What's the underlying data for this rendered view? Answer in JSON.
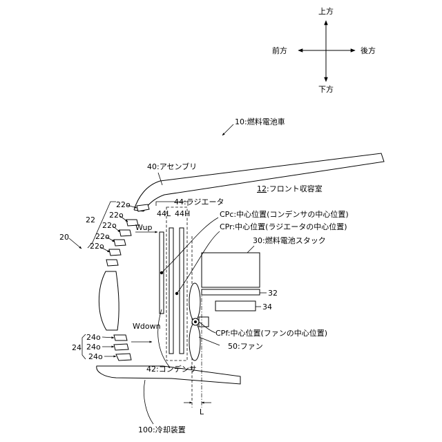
{
  "directions": {
    "up": "上方",
    "down": "下方",
    "front": "前方",
    "rear": "後方"
  },
  "labels": {
    "vehicle": "10:燃料電池車",
    "assembly": "40:アセンブリ",
    "front_compartment_num": "12",
    "front_compartment_text": ":フロント収容室",
    "radiator": "44:ラジエータ",
    "radiator_left": "44L",
    "radiator_high": "44H",
    "condenser_center": "CPc:中心位置(コンデンサの中心位置)",
    "radiator_center": "CPr:中心位置(ラジエータの中心位置)",
    "fuel_cell_stack": "30:燃料電池スタック",
    "part_32": "32",
    "part_34": "34",
    "fan_center": "CPf:中心位置(ファンの中心位置)",
    "fan": "50:ファン",
    "condenser": "42:コンデンサ",
    "cooling_device": "100:冷却装置",
    "ref_20": "20",
    "ref_22": "22",
    "ref_24": "24",
    "grille_upper": [
      "22o",
      "22o",
      "22o",
      "22o",
      "22o"
    ],
    "grille_lower": [
      "24o",
      "24o",
      "24o"
    ],
    "wind_up": "Wup",
    "wind_down": "Wdown",
    "offset": "L"
  }
}
